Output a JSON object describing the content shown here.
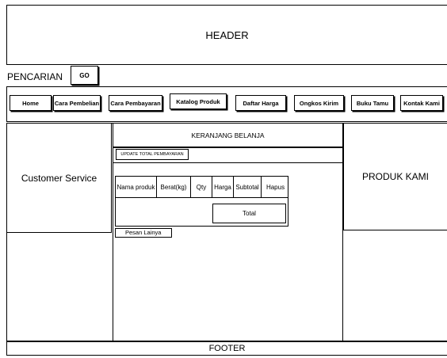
{
  "header": {
    "title": "HEADER"
  },
  "search": {
    "label": "PENCARIAN",
    "go_label": "GO"
  },
  "nav": {
    "items": [
      "Home",
      "Cara Pembelian",
      "Cara Pembayaran",
      "Katalog Produk",
      "Daftar Harga",
      "Ongkos Kirim",
      "Buku Tamu",
      "Kontak Kami"
    ]
  },
  "left": {
    "title": "Customer Service"
  },
  "right": {
    "title": "PRODUK KAMI"
  },
  "cart": {
    "title": "KERANJANG BELANJA",
    "update_label": "UPDATE TOTAL PEMBAYARAN",
    "columns": [
      "Nama produk",
      "Berat(kg)",
      "Qty",
      "Harga",
      "Subtotal",
      "Hapus"
    ],
    "total_label": "Total",
    "other_label": "Pesan Lainya"
  },
  "footer": {
    "title": "FOOTER"
  }
}
